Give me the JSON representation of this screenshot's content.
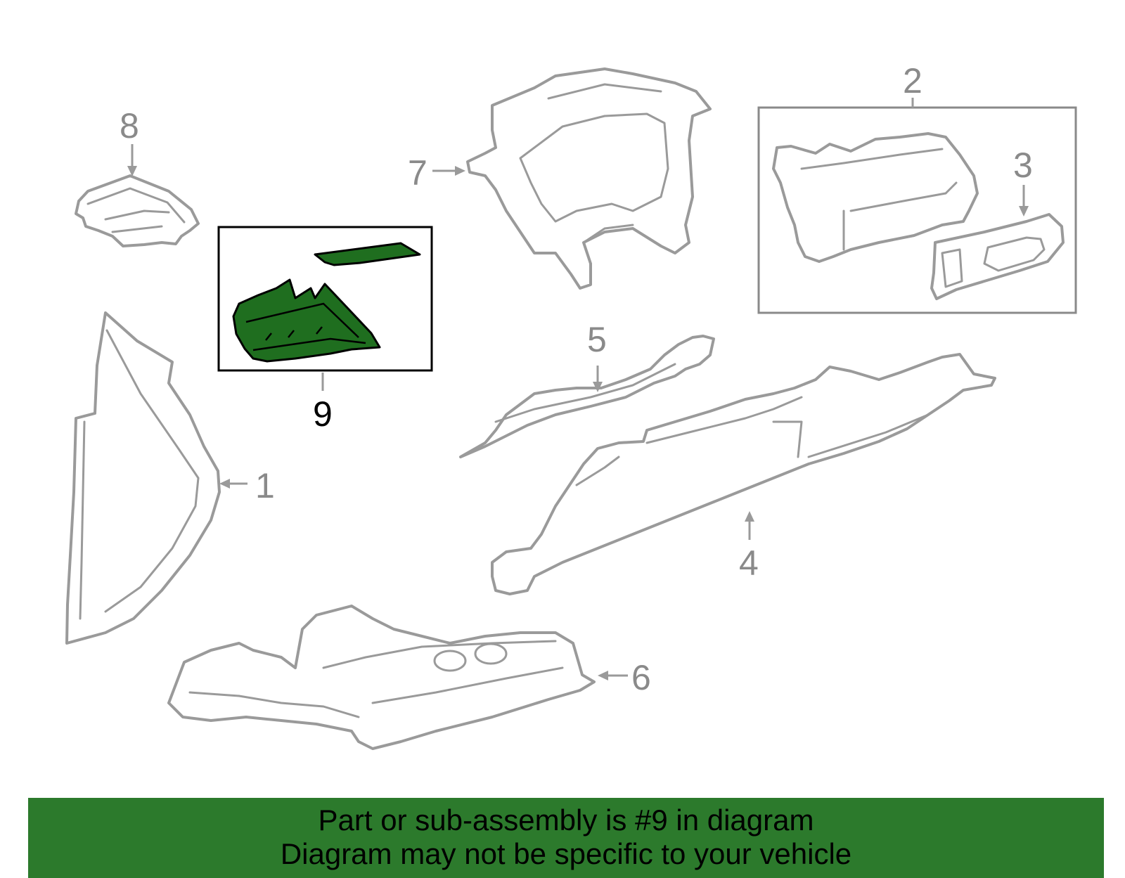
{
  "diagram": {
    "callouts": [
      "1",
      "2",
      "3",
      "4",
      "5",
      "6",
      "7",
      "8",
      "9"
    ],
    "highlighted_part": "9",
    "colors": {
      "part_outline": "#9a9a9a",
      "highlight_fill": "#1f6e1f",
      "banner_background": "#2c7a2c"
    }
  },
  "banner": {
    "line1": "Part or sub-assembly is #9 in diagram",
    "line2": "Diagram may not be specific to your vehicle"
  }
}
